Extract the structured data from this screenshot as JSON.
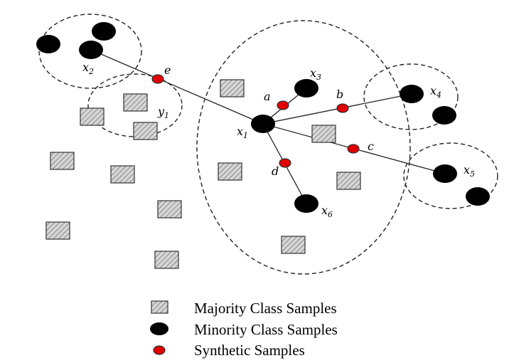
{
  "points": {
    "x1": {
      "name": "x",
      "sub": "1"
    },
    "x2": {
      "name": "x",
      "sub": "2"
    },
    "x3": {
      "name": "x",
      "sub": "3"
    },
    "x4": {
      "name": "x",
      "sub": "4"
    },
    "x5": {
      "name": "x",
      "sub": "5"
    },
    "x6": {
      "name": "x",
      "sub": "6"
    },
    "y1": {
      "name": "y",
      "sub": "1"
    }
  },
  "synthetic_labels": {
    "a": "a",
    "b": "b",
    "c": "c",
    "d": "d",
    "e": "e"
  },
  "legend": {
    "majority": "Majority Class Samples",
    "minority": "Minority Class Samples",
    "synthetic": "Synthetic Samples"
  },
  "colors": {
    "majority_fill": "#d4d4d4",
    "minority": "#000000",
    "synthetic": "#e00000",
    "stroke": "#222222"
  }
}
